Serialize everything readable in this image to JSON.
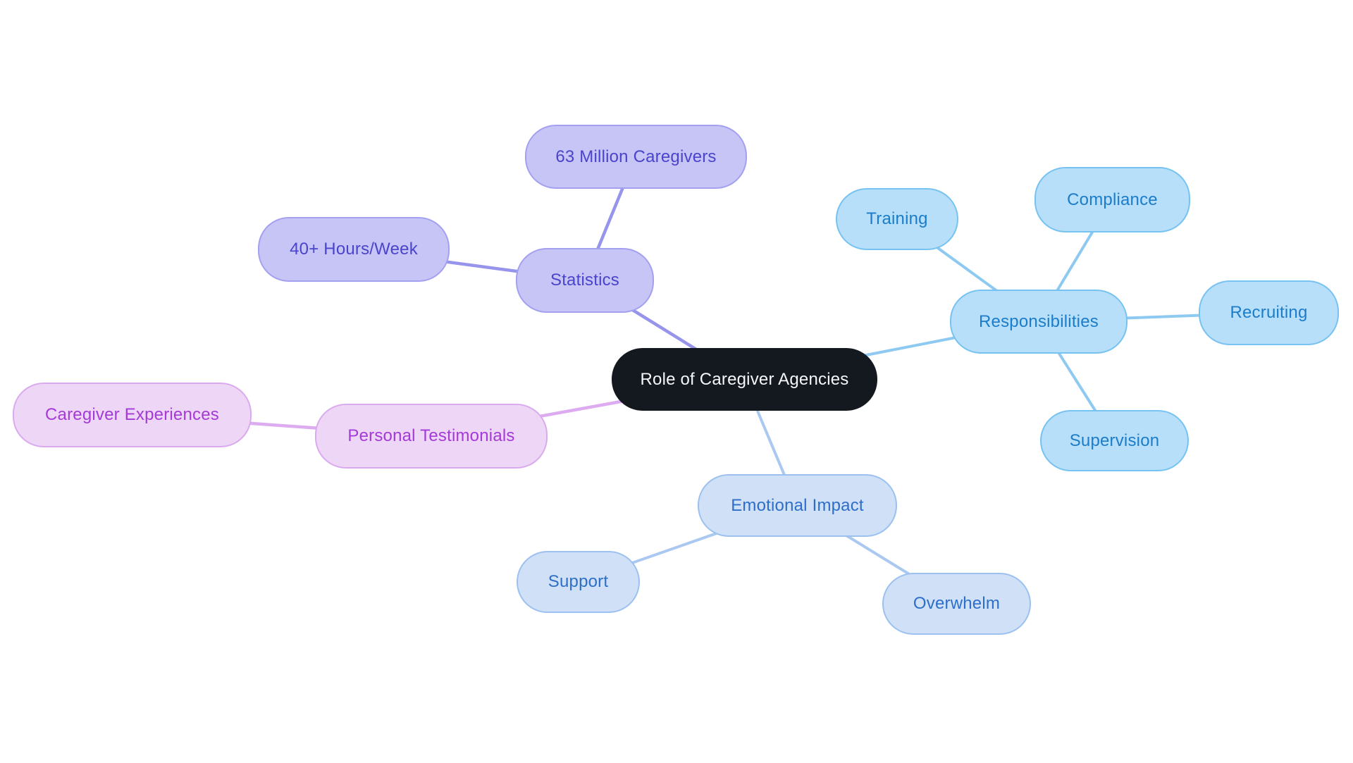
{
  "diagram": {
    "type": "mindmap",
    "central": {
      "label": "Role of Caregiver Agencies"
    },
    "branches": [
      {
        "label": "Statistics",
        "color_family": "periwinkle",
        "children": [
          "63 Million Caregivers",
          "40+ Hours/Week"
        ]
      },
      {
        "label": "Responsibilities",
        "color_family": "blue",
        "children": [
          "Training",
          "Compliance",
          "Recruiting",
          "Supervision"
        ]
      },
      {
        "label": "Personal Testimonials",
        "color_family": "pink",
        "children": [
          "Caregiver Experiences"
        ]
      },
      {
        "label": "Emotional Impact",
        "color_family": "paleblue",
        "children": [
          "Support",
          "Overwhelm"
        ]
      }
    ]
  },
  "palette": {
    "background": "#ffffff",
    "central": {
      "fill": "#14181f",
      "text": "#f5f7fa"
    },
    "periwinkle": {
      "fill": "#c7c5f6",
      "border": "#a3a0f0",
      "text": "#4a44cd",
      "edge": "#9794ec"
    },
    "blue": {
      "fill": "#b8dff9",
      "border": "#76c2f1",
      "text": "#1b7dca",
      "edge": "#8ec9f1"
    },
    "paleblue": {
      "fill": "#cfe0f7",
      "border": "#9cc1f0",
      "text": "#2d6fc8",
      "edge": "#abc9f0"
    },
    "pink": {
      "fill": "#eed6f6",
      "border": "#daaaef",
      "text": "#a43ad8",
      "edge": "#dcabf0"
    }
  }
}
